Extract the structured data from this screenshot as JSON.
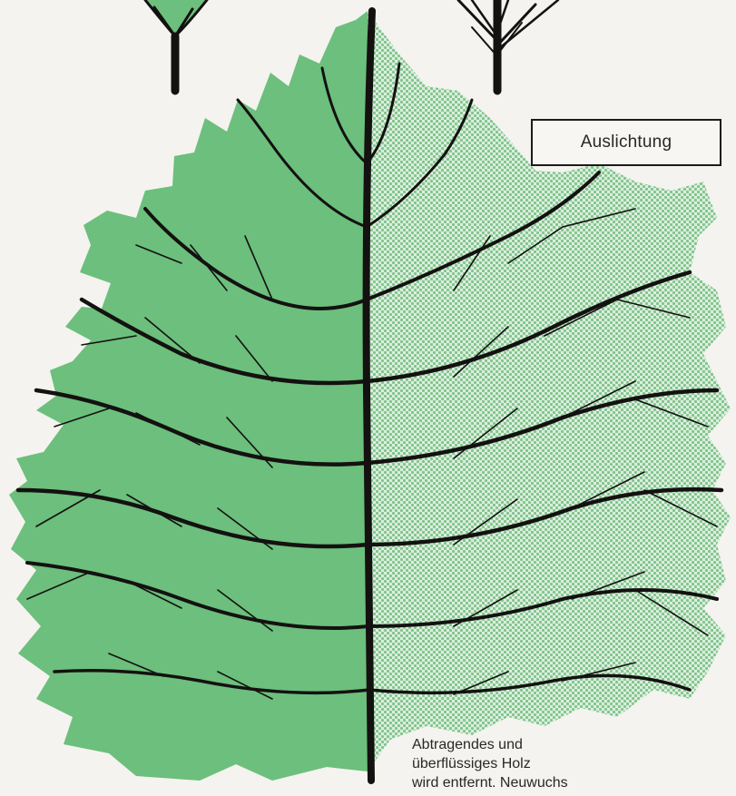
{
  "label": "Auslichtung",
  "caption": "Abtragendes und\nüberflüssiges Holz\nwird entfernt. Neuwuchs",
  "colors": {
    "crown_solid": "#6cbf7c",
    "crown_dotted": "#a9d9ad",
    "branches": "#141111",
    "background": "#f4f3ef"
  },
  "icons": {
    "left_half": "solid-crown",
    "right_half": "dotted-crown"
  }
}
